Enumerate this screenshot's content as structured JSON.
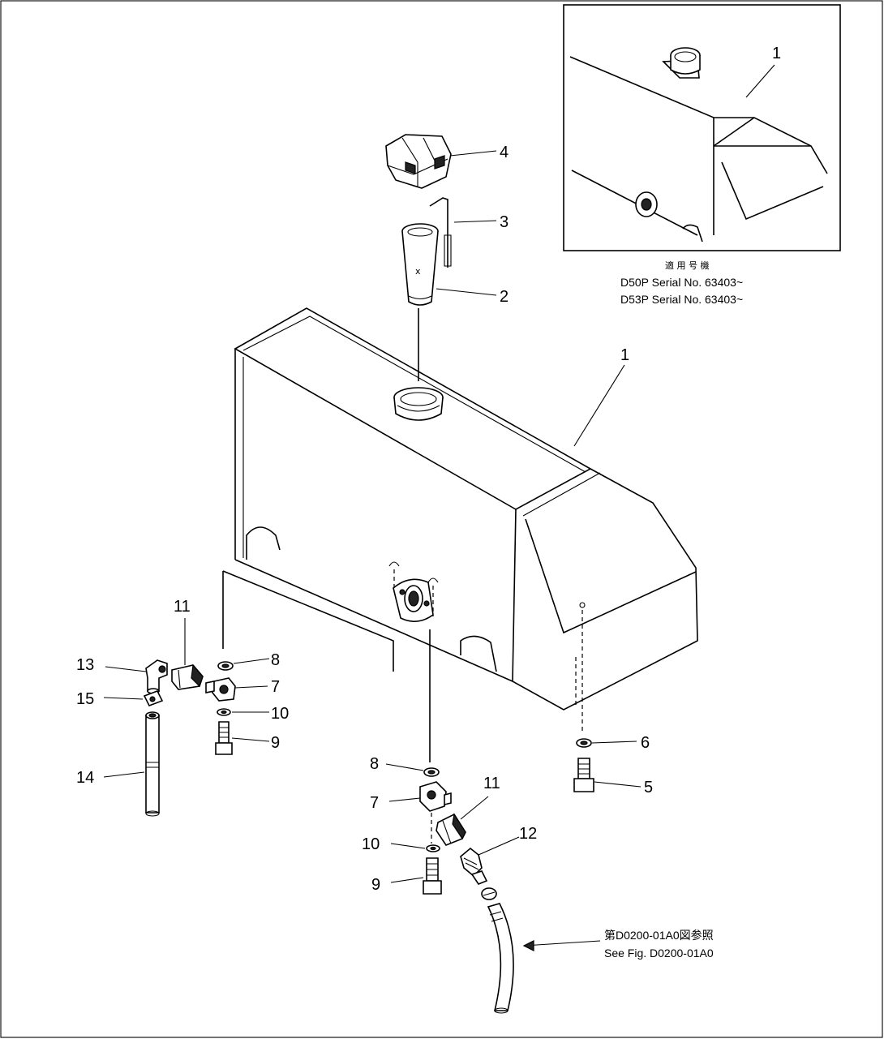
{
  "callouts": {
    "c1": "1",
    "c2": "2",
    "c3": "3",
    "c4": "4",
    "c5": "5",
    "c6": "6",
    "c7a": "7",
    "c7b": "7",
    "c8a": "8",
    "c8b": "8",
    "c9a": "9",
    "c9b": "9",
    "c10a": "10",
    "c10b": "10",
    "c11a": "11",
    "c11b": "11",
    "c12": "12",
    "c13": "13",
    "c14": "14",
    "c15": "15"
  },
  "inset": {
    "callout": "1",
    "jp_note": "適 用 号 機",
    "serial_1": "D50P Serial No. 63403~",
    "serial_2": "D53P Serial No. 63403~"
  },
  "reference": {
    "jp": "第D0200-01A0図参照",
    "en": "See Fig. D0200-01A0"
  }
}
